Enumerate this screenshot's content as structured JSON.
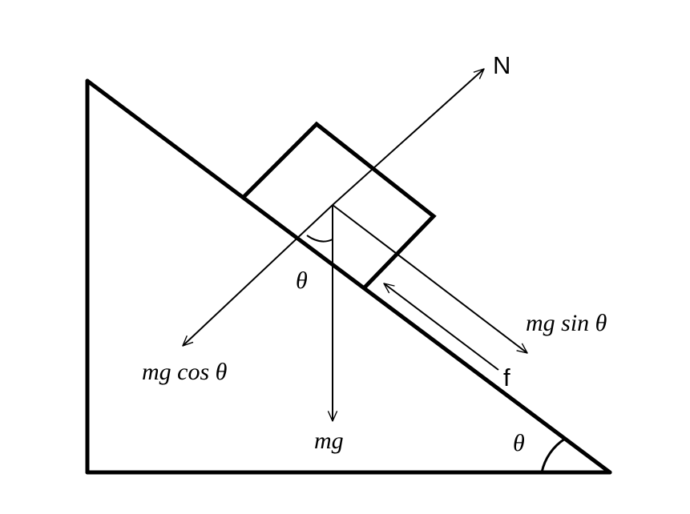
{
  "labels": {
    "normal_force": "N",
    "friction": "f",
    "weight": "mg",
    "parallel_component": "mg sin θ",
    "perpendicular_component": "mg cos θ",
    "angle_at_block": "θ",
    "angle_at_base": "θ"
  },
  "colors": {
    "stroke": "#000000",
    "background": "#ffffff"
  }
}
